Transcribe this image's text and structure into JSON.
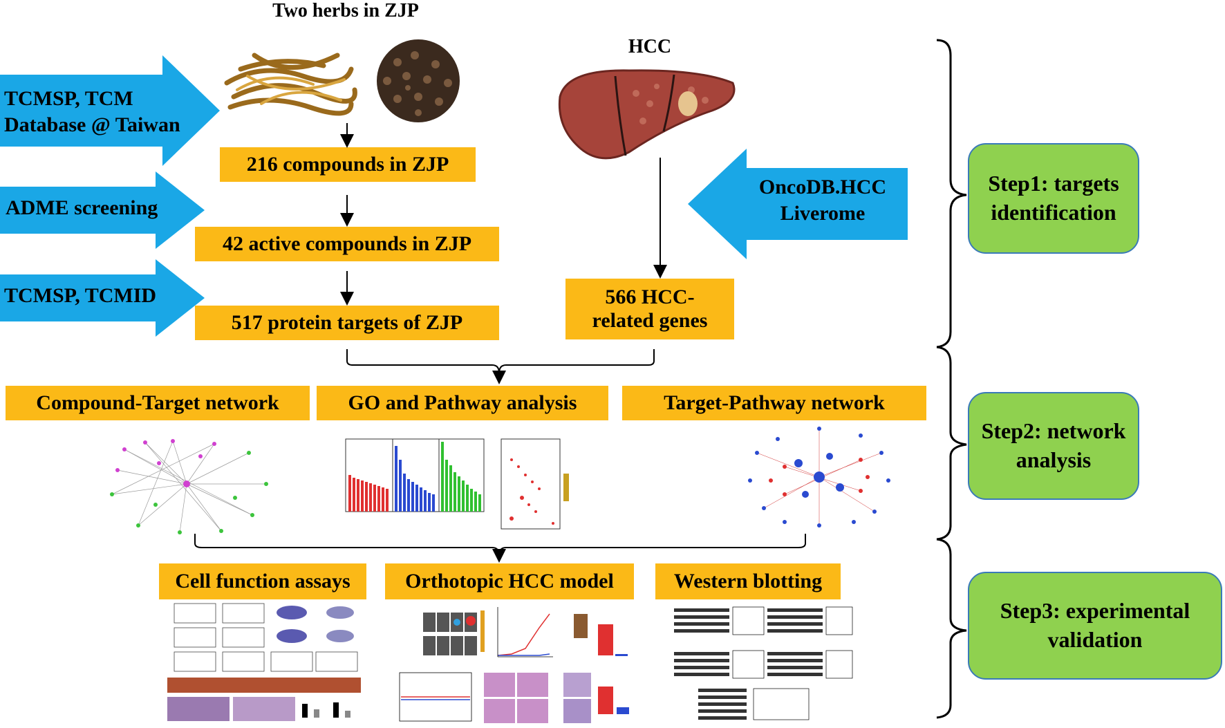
{
  "herbs_title": "Two herbs in ZJP",
  "hcc_title": "HCC",
  "sources": [
    {
      "label": "TCMSP, TCM Database @ Taiwan"
    },
    {
      "label": "ADME screening"
    },
    {
      "label": "TCMSP, TCMID"
    },
    {
      "label": "OncoDB.HCC Liverome"
    }
  ],
  "source_lines": {
    "s1_line1": "TCMSP, TCM",
    "s1_line2": "Database @ Taiwan",
    "s4_line1": "OncoDB.HCC",
    "s4_line2": "Liverome"
  },
  "boxes": {
    "compounds": "216 compounds in ZJP",
    "active": "42 active compounds in ZJP",
    "targets": "517 protein targets of ZJP",
    "hcc_genes_line1": "566 HCC-",
    "hcc_genes_line2": "related genes"
  },
  "analyses": {
    "compound_target": "Compound-Target network",
    "go_pathway": "GO and Pathway analysis",
    "target_pathway": "Target-Pathway network"
  },
  "experiments": {
    "cell_function": "Cell function assays",
    "orthotopic": "Orthotopic HCC model",
    "western": "Western blotting"
  },
  "steps": {
    "step1_line1": "Step1: targets",
    "step1_line2": "identification",
    "step2_line1": "Step2: network",
    "step2_line2": "analysis",
    "step3_line1": "Step3: experimental",
    "step3_line2": "validation"
  },
  "colors": {
    "box": "#fbb917",
    "arrow": "#1aa7e6",
    "step_fill": "#8fd14f",
    "step_border": "#3a7ab8"
  }
}
